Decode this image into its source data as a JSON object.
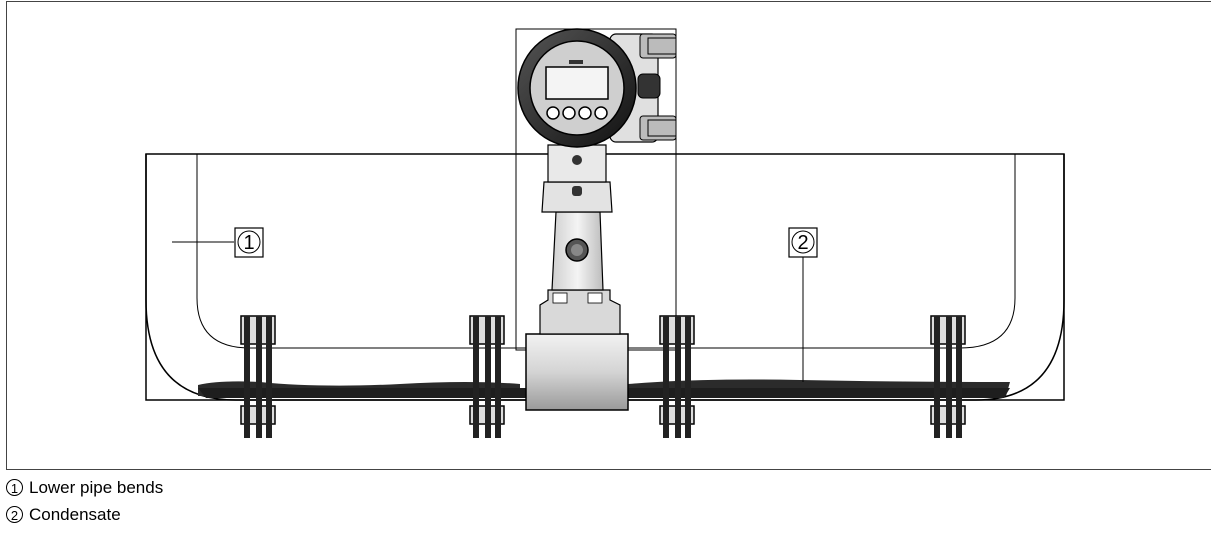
{
  "callouts": [
    {
      "number": "1"
    },
    {
      "number": "2"
    }
  ],
  "legend": [
    {
      "number": "1",
      "text": "Lower pipe bends"
    },
    {
      "number": "2",
      "text": "Condensate"
    }
  ]
}
